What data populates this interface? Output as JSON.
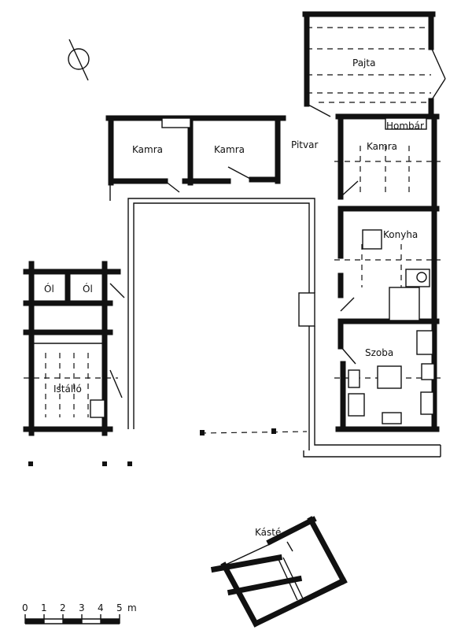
{
  "rooms": {
    "pajta": "Pajta",
    "hombar": "Hombár",
    "kamra_upper_left": "Kamra",
    "kamra_upper_mid": "Kamra",
    "pitvar": "Pitvar",
    "kamra_right": "Kamra",
    "konyha": "Konyha",
    "szoba": "Szoba",
    "ol_1": "Ól",
    "ol_2": "Ól",
    "istallo": "Istálló",
    "kaste": "Kásté"
  },
  "scale_bar": {
    "ticks": [
      "0",
      "1",
      "2",
      "3",
      "4",
      "5"
    ],
    "unit": "m"
  }
}
